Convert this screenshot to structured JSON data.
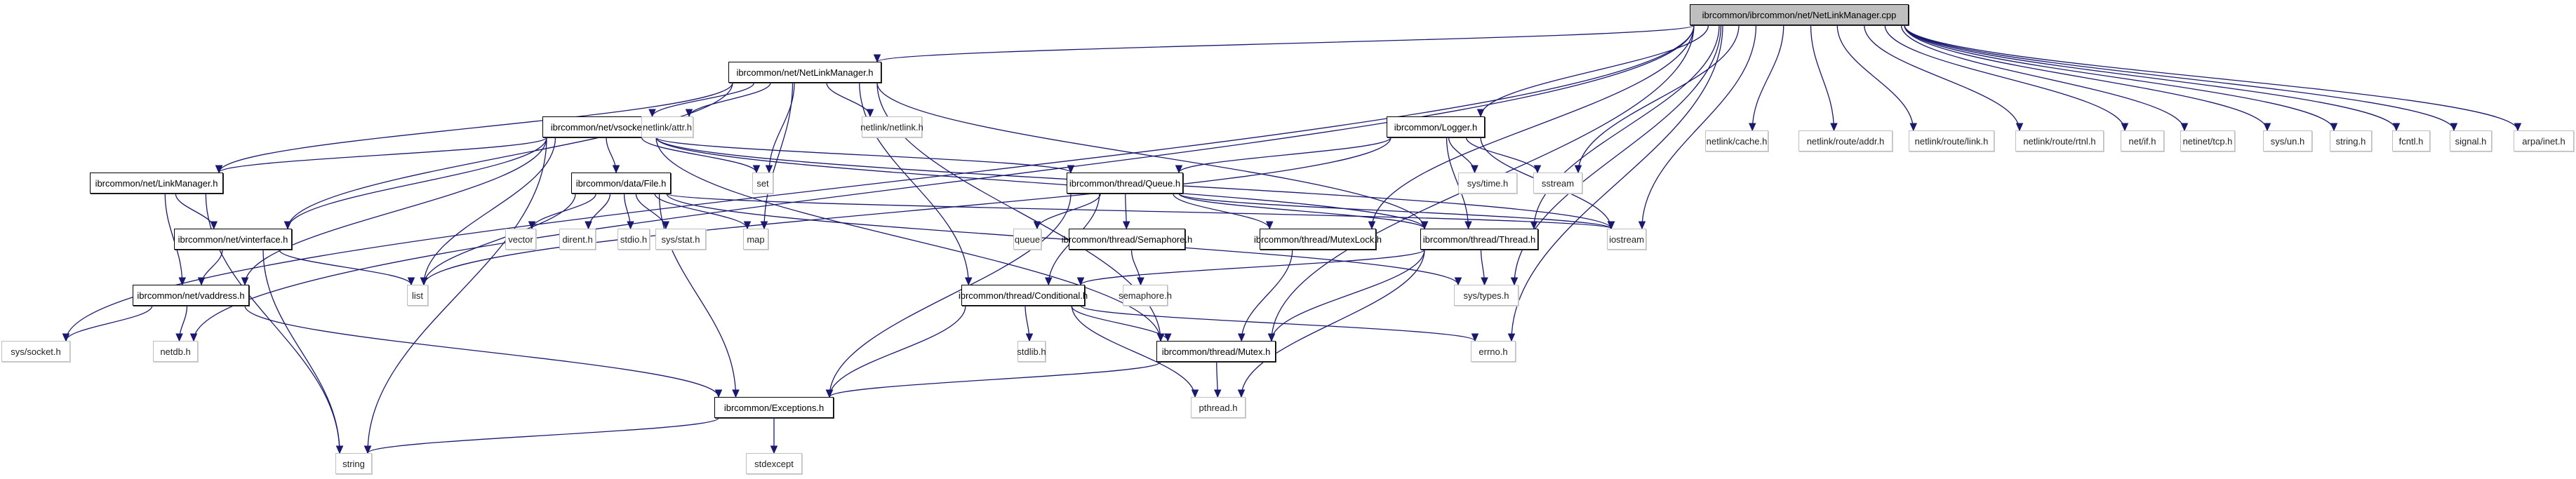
{
  "graph": {
    "title": "ibrcommon/ibrcommon/net/NetLinkManager.cpp",
    "edge_color": "#191970",
    "root_fill": "#bfbfbf",
    "nodes": [
      {
        "id": "root",
        "label": "ibrcommon/ibrcommon/net/NetLinkManager.cpp",
        "kind": "root"
      },
      {
        "id": "nlm_h",
        "label": "ibrcommon/net/NetLinkManager.h",
        "kind": "doc"
      },
      {
        "id": "vsocket",
        "label": "ibrcommon/net/vsocket.h",
        "kind": "doc"
      },
      {
        "id": "nl_attr",
        "label": "netlink/attr.h",
        "kind": "sys"
      },
      {
        "id": "nl_netlink",
        "label": "netlink/netlink.h",
        "kind": "sys"
      },
      {
        "id": "logger",
        "label": "ibrcommon/Logger.h",
        "kind": "doc"
      },
      {
        "id": "linkmgr",
        "label": "ibrcommon/net/LinkManager.h",
        "kind": "doc"
      },
      {
        "id": "file",
        "label": "ibrcommon/data/File.h",
        "kind": "doc"
      },
      {
        "id": "set",
        "label": "set",
        "kind": "sys"
      },
      {
        "id": "queue_h",
        "label": "ibrcommon/thread/Queue.h",
        "kind": "doc"
      },
      {
        "id": "systime",
        "label": "sys/time.h",
        "kind": "sys"
      },
      {
        "id": "sstream",
        "label": "sstream",
        "kind": "sys"
      },
      {
        "id": "vinterface",
        "label": "ibrcommon/net/vinterface.h",
        "kind": "doc"
      },
      {
        "id": "vector",
        "label": "vector",
        "kind": "sys"
      },
      {
        "id": "dirent",
        "label": "dirent.h",
        "kind": "sys"
      },
      {
        "id": "stdio",
        "label": "stdio.h",
        "kind": "sys"
      },
      {
        "id": "sysstat",
        "label": "sys/stat.h",
        "kind": "sys"
      },
      {
        "id": "map",
        "label": "map",
        "kind": "sys"
      },
      {
        "id": "queue",
        "label": "queue",
        "kind": "sys"
      },
      {
        "id": "semaphore_h",
        "label": "ibrcommon/thread/Semaphore.h",
        "kind": "doc"
      },
      {
        "id": "mutexlock",
        "label": "ibrcommon/thread/MutexLock.h",
        "kind": "doc"
      },
      {
        "id": "thread",
        "label": "ibrcommon/thread/Thread.h",
        "kind": "doc"
      },
      {
        "id": "iostream",
        "label": "iostream",
        "kind": "sys"
      },
      {
        "id": "list",
        "label": "list",
        "kind": "sys"
      },
      {
        "id": "vaddress",
        "label": "ibrcommon/net/vaddress.h",
        "kind": "doc"
      },
      {
        "id": "semaphore",
        "label": "semaphore.h",
        "kind": "sys"
      },
      {
        "id": "conditional",
        "label": "ibrcommon/thread/Conditional.h",
        "kind": "doc"
      },
      {
        "id": "systypes",
        "label": "sys/types.h",
        "kind": "sys"
      },
      {
        "id": "syssocket",
        "label": "sys/socket.h",
        "kind": "sys"
      },
      {
        "id": "netdb",
        "label": "netdb.h",
        "kind": "sys"
      },
      {
        "id": "stdlib",
        "label": "stdlib.h",
        "kind": "sys"
      },
      {
        "id": "mutex",
        "label": "ibrcommon/thread/Mutex.h",
        "kind": "doc"
      },
      {
        "id": "errno",
        "label": "errno.h",
        "kind": "sys"
      },
      {
        "id": "exceptions",
        "label": "ibrcommon/Exceptions.h",
        "kind": "doc"
      },
      {
        "id": "pthread",
        "label": "pthread.h",
        "kind": "sys"
      },
      {
        "id": "string",
        "label": "string",
        "kind": "sys"
      },
      {
        "id": "stdexcept",
        "label": "stdexcept",
        "kind": "sys"
      },
      {
        "id": "nl_cache",
        "label": "netlink/cache.h",
        "kind": "sys"
      },
      {
        "id": "nl_addr",
        "label": "netlink/route/addr.h",
        "kind": "sys"
      },
      {
        "id": "nl_link",
        "label": "netlink/route/link.h",
        "kind": "sys"
      },
      {
        "id": "nl_rtnl",
        "label": "netlink/route/rtnl.h",
        "kind": "sys"
      },
      {
        "id": "netif",
        "label": "net/if.h",
        "kind": "sys"
      },
      {
        "id": "tcp",
        "label": "netinet/tcp.h",
        "kind": "sys"
      },
      {
        "id": "sysun",
        "label": "sys/un.h",
        "kind": "sys"
      },
      {
        "id": "string_h",
        "label": "string.h",
        "kind": "sys"
      },
      {
        "id": "fcntl",
        "label": "fcntl.h",
        "kind": "sys"
      },
      {
        "id": "signal",
        "label": "signal.h",
        "kind": "sys"
      },
      {
        "id": "arpainet",
        "label": "arpa/inet.h",
        "kind": "sys"
      }
    ],
    "edges": [
      [
        "root",
        "nlm_h"
      ],
      [
        "root",
        "logger"
      ],
      [
        "root",
        "syssocket"
      ],
      [
        "root",
        "netdb"
      ],
      [
        "root",
        "mutexlock"
      ],
      [
        "root",
        "mutex"
      ],
      [
        "root",
        "thread"
      ],
      [
        "root",
        "sstream"
      ],
      [
        "root",
        "iostream"
      ],
      [
        "root",
        "systypes"
      ],
      [
        "root",
        "errno"
      ],
      [
        "root",
        "nl_cache"
      ],
      [
        "root",
        "nl_addr"
      ],
      [
        "root",
        "nl_link"
      ],
      [
        "root",
        "nl_rtnl"
      ],
      [
        "root",
        "netif"
      ],
      [
        "root",
        "tcp"
      ],
      [
        "root",
        "sysun"
      ],
      [
        "root",
        "string_h"
      ],
      [
        "root",
        "fcntl"
      ],
      [
        "root",
        "signal"
      ],
      [
        "root",
        "arpainet"
      ],
      [
        "nlm_h",
        "vsocket"
      ],
      [
        "nlm_h",
        "nl_attr"
      ],
      [
        "nlm_h",
        "nl_netlink"
      ],
      [
        "nlm_h",
        "linkmgr"
      ],
      [
        "nlm_h",
        "vinterface"
      ],
      [
        "nlm_h",
        "set"
      ],
      [
        "nlm_h",
        "map"
      ],
      [
        "nlm_h",
        "conditional"
      ],
      [
        "nlm_h",
        "mutex"
      ],
      [
        "nlm_h",
        "thread"
      ],
      [
        "vsocket",
        "linkmgr"
      ],
      [
        "vsocket",
        "vinterface"
      ],
      [
        "vsocket",
        "vaddress"
      ],
      [
        "vsocket",
        "file"
      ],
      [
        "vsocket",
        "set"
      ],
      [
        "vsocket",
        "list"
      ],
      [
        "vsocket",
        "string"
      ],
      [
        "vsocket",
        "queue_h"
      ],
      [
        "vsocket",
        "thread"
      ],
      [
        "vsocket",
        "mutex"
      ],
      [
        "vsocket",
        "iostream"
      ],
      [
        "logger",
        "queue_h"
      ],
      [
        "logger",
        "systime"
      ],
      [
        "logger",
        "sstream"
      ],
      [
        "logger",
        "thread"
      ],
      [
        "logger",
        "iostream"
      ],
      [
        "logger",
        "list"
      ],
      [
        "linkmgr",
        "vinterface"
      ],
      [
        "linkmgr",
        "vaddress"
      ],
      [
        "linkmgr",
        "string"
      ],
      [
        "vinterface",
        "vaddress"
      ],
      [
        "vinterface",
        "list"
      ],
      [
        "vinterface",
        "string"
      ],
      [
        "vaddress",
        "syssocket"
      ],
      [
        "vaddress",
        "netdb"
      ],
      [
        "vaddress",
        "exceptions"
      ],
      [
        "file",
        "vector"
      ],
      [
        "file",
        "dirent"
      ],
      [
        "file",
        "stdio"
      ],
      [
        "file",
        "sysstat"
      ],
      [
        "file",
        "map"
      ],
      [
        "file",
        "list"
      ],
      [
        "file",
        "exceptions"
      ],
      [
        "file",
        "systypes"
      ],
      [
        "file",
        "iostream"
      ],
      [
        "queue_h",
        "queue"
      ],
      [
        "queue_h",
        "semaphore_h"
      ],
      [
        "queue_h",
        "mutexlock"
      ],
      [
        "queue_h",
        "thread"
      ],
      [
        "queue_h",
        "conditional"
      ],
      [
        "queue_h",
        "exceptions"
      ],
      [
        "queue_h",
        "iostream"
      ],
      [
        "semaphore_h",
        "semaphore"
      ],
      [
        "mutexlock",
        "mutex"
      ],
      [
        "thread",
        "conditional"
      ],
      [
        "thread",
        "mutex"
      ],
      [
        "thread",
        "systypes"
      ],
      [
        "thread",
        "pthread"
      ],
      [
        "conditional",
        "stdlib"
      ],
      [
        "conditional",
        "mutex"
      ],
      [
        "conditional",
        "errno"
      ],
      [
        "conditional",
        "exceptions"
      ],
      [
        "conditional",
        "pthread"
      ],
      [
        "mutex",
        "exceptions"
      ],
      [
        "mutex",
        "pthread"
      ],
      [
        "exceptions",
        "stdexcept"
      ],
      [
        "exceptions",
        "string"
      ]
    ]
  }
}
